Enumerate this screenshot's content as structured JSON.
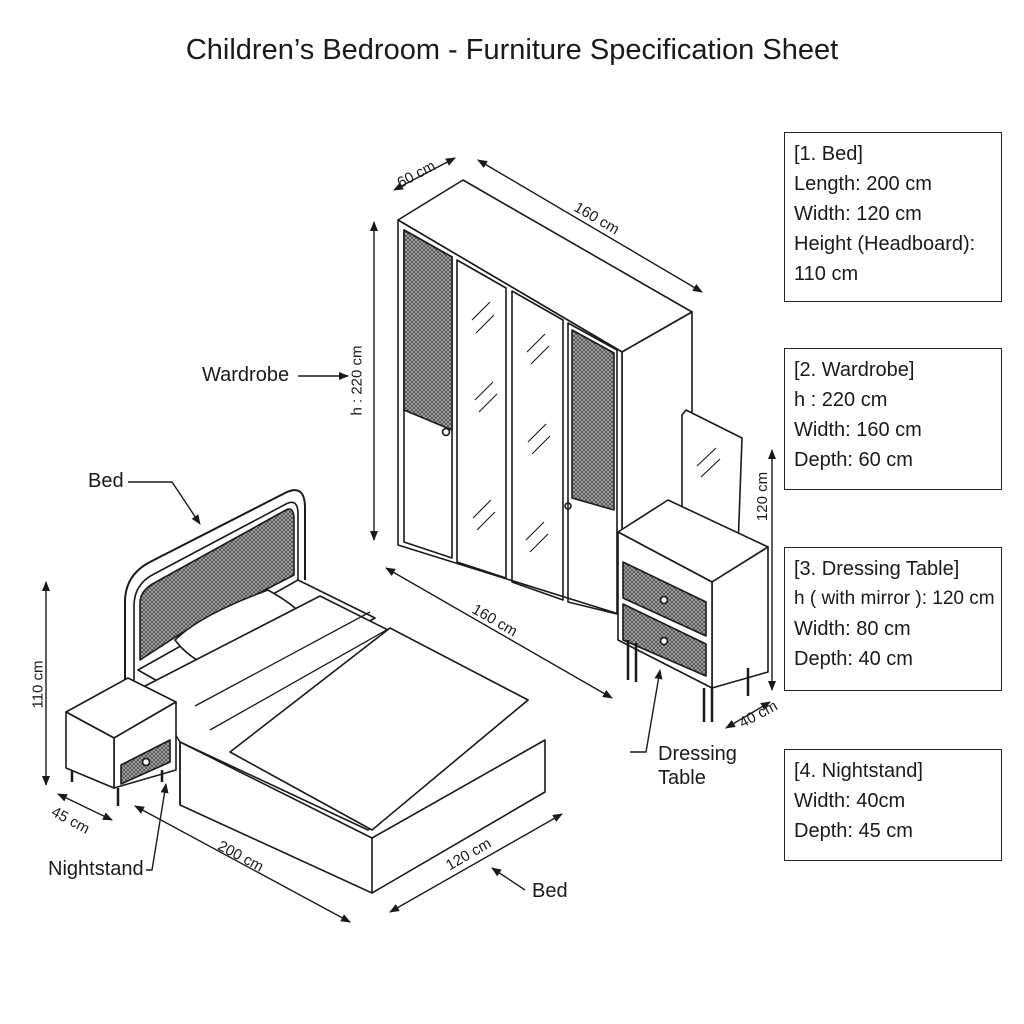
{
  "title": "Children’s Bedroom - Furniture Specification Sheet",
  "specs": {
    "bed": {
      "heading": "[1. Bed]",
      "lines": [
        "Length: 200 cm",
        "Width: 120 cm",
        "Height (Headboard):",
        "110 cm"
      ]
    },
    "wardrobe": {
      "heading": "[2. Wardrobe]",
      "lines": [
        "h : 220 cm",
        "Width: 160 cm",
        "Depth: 60 cm"
      ]
    },
    "dressing_table": {
      "heading": "[3. Dressing Table]",
      "lines": [
        "h ( with mirror ): 120 cm",
        "Width: 80 cm",
        "Depth: 40 cm"
      ]
    },
    "nightstand": {
      "heading": "[4. Nightstand]",
      "lines": [
        "Width: 40cm",
        "Depth: 45 cm"
      ]
    }
  },
  "callouts": {
    "wardrobe": "Wardrobe",
    "bed_top": "Bed",
    "bed_bottom": "Bed",
    "nightstand": "Nightstand",
    "dressing_table_1": "Dressing",
    "dressing_table_2": "Table"
  },
  "dimensions": {
    "wardrobe_depth": "60 cm",
    "wardrobe_width_top": "160 cm",
    "wardrobe_height": "h : 220 cm",
    "wardrobe_width_bottom": "160 cm",
    "dressing_height": "120 cm",
    "dressing_depth": "40 cm",
    "bed_height": "110 cm",
    "nightstand_depth": "45 cm",
    "bed_length": "200 cm",
    "bed_width": "120 cm"
  }
}
